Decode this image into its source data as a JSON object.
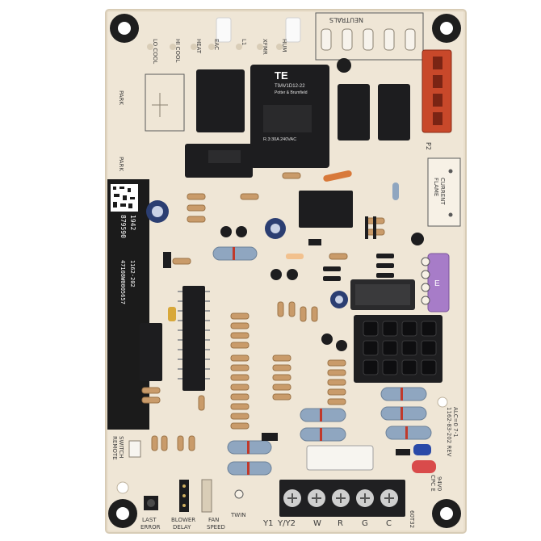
{
  "colors": {
    "background": "#ffffff",
    "board": "#efe6d6",
    "board_edge": "#d8ccb6",
    "relay_black": "#1d1d1f",
    "connector_orange": "#c8482a",
    "fuse_purple": "#a77cc8",
    "terminal_black": "#202022",
    "screw_silver": "#cfcfcf",
    "resistor_tan": "#c99b6a",
    "resistor_blue": "#8fa6c0",
    "silkscreen": "#3a3a3a",
    "label_white": "#ffffff"
  },
  "labels": {
    "top_terminals": [
      "LO COOL",
      "HI COOL",
      "HEAT",
      "EAC",
      "L1",
      "XFMR",
      "HUM"
    ],
    "neutrals": "NEUTRALS",
    "park_1": "PARK",
    "park_2": "PARK",
    "relay_brand": "TE",
    "relay_part": "T9AV1D12-22",
    "relay_line": "Potter & Brumfield",
    "relay_spec": "R.3:30A 240VAC",
    "board_code_1": "879590",
    "board_code_2": "1942",
    "serial_1": "47108W0005657",
    "serial_2": "1162-202",
    "flame_1": "FLAME",
    "flame_2": "CURRENT",
    "p2": "P2",
    "fuse_letter": "E",
    "right_code_1": "1162-83-202 REV",
    "right_code_2": "ALC=0   7-1",
    "remote_1": "REMOTE",
    "remote_2": "SWITCH",
    "last_error_1": "LAST",
    "last_error_2": "ERROR",
    "blower_1": "BLOWER",
    "blower_2": "DELAY",
    "fan_1": "FAN",
    "fan_2": "SPEED",
    "twin": "TWIN",
    "cpc": "CPC E",
    "rating": "94V0",
    "bottom_terminals": [
      "Y1",
      "Y/Y2",
      "W",
      "R",
      "G",
      "C"
    ],
    "bottom_code": "60T32",
    "date_code": "1942"
  }
}
